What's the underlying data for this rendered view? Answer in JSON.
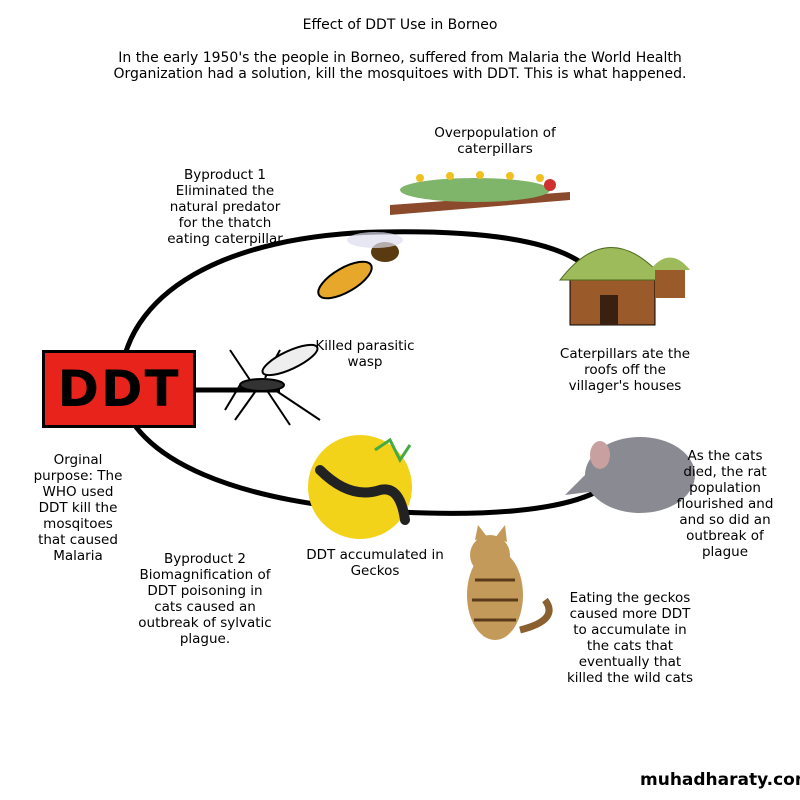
{
  "title": "Effect of DDT Use in Borneo",
  "intro": "In the early 1950's the people in Borneo, suffered from Malaria the World Health\nOrganization had a solution, kill the mosquitoes with DDT. This is what happened.",
  "ddt_box": "DDT",
  "labels": {
    "overpopulation": "Overpopulation of\ncaterpillars",
    "byproduct1": "Byproduct 1\nEliminated the\nnatural predator\nfor the thatch\neating caterpillar",
    "wasp": "Killed parasitic\nwasp",
    "roofs": "Caterpillars ate the\nroofs off the\nvillager's houses",
    "original": "Orginal\npurpose: The\nWHO used\nDDT kill the\nmosqitoes\nthat caused\nMalaria",
    "rats": "As the cats\ndied, the rat\npopulation\nflourished  and\nand so did an\noutbreak of\nplague",
    "geckos": "DDT accumulated in\nGeckos",
    "byproduct2": "Byproduct 2\nBiomagnification of\nDDT poisoning in\ncats caused an\noutbreak of sylvatic\nplague.",
    "cats": "Eating the geckos\ncaused more DDT\nto accumulate in\nthe cats that\neventually that\nkilled the wild cats"
  },
  "watermark": "muhadharaty.com"
}
